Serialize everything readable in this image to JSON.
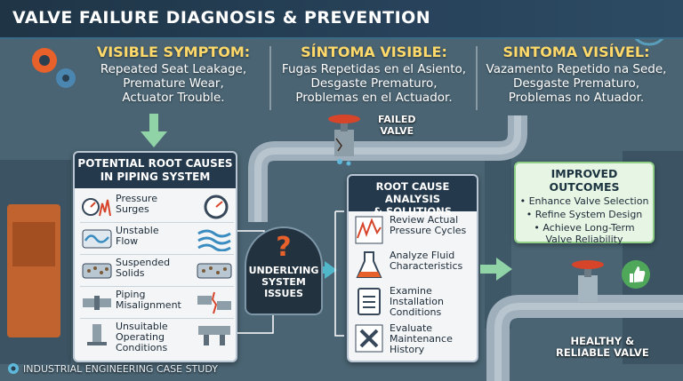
{
  "title": "VALVE FAILURE DIAGNOSIS & PREVENTION",
  "symptoms": [
    {
      "head": "VISIBLE SYMPTOM:",
      "lines": [
        "Repeated Seat Leakage,",
        "Premature Wear,",
        "Actuator Trouble."
      ]
    },
    {
      "head": "SÍNTOMA VISIBLE:",
      "lines": [
        "Fugas Repetidas en el Asiento,",
        "Desgaste Prematuro,",
        "Problemas en el Actuador."
      ]
    },
    {
      "head": "SINTOMA VISÍVEL:",
      "lines": [
        "Vazamento Repetido na Sede,",
        "Desgaste Prematuro,",
        "Problemas no Atuador."
      ]
    }
  ],
  "failed_valve": [
    "FAILED",
    "VALVE"
  ],
  "root_causes": {
    "header": [
      "POTENTIAL ROOT CAUSES",
      "IN PIPING SYSTEM"
    ],
    "items": [
      {
        "label": [
          "Pressure",
          "Surges"
        ],
        "icon": "pressure-gauge-icon"
      },
      {
        "label": [
          "Unstable",
          "Flow"
        ],
        "icon": "turbulent-flow-icon"
      },
      {
        "label": [
          "Suspended",
          "Solids"
        ],
        "icon": "particles-in-pipe-icon"
      },
      {
        "label": [
          "Piping",
          "Misalignment"
        ],
        "icon": "misaligned-pipe-icon"
      },
      {
        "label": [
          "Unsuitable",
          "Operating",
          "Conditions"
        ],
        "icon": "pipe-support-icon"
      }
    ]
  },
  "issues": {
    "symbol": "?",
    "lines": [
      "UNDERLYING",
      "SYSTEM",
      "ISSUES"
    ]
  },
  "rca": {
    "header": [
      "ROOT CAUSE ANALYSIS",
      "& SOLUTIONS"
    ],
    "items": [
      {
        "label": [
          "Review Actual",
          "Pressure Cycles"
        ],
        "icon": "pressure-chart-icon"
      },
      {
        "label": [
          "Analyze Fluid",
          "Characteristics"
        ],
        "icon": "flask-icon"
      },
      {
        "label": [
          "Examine",
          "Installation",
          "Conditions"
        ],
        "icon": "clipboard-checklist-icon"
      },
      {
        "label": [
          "Evaluate",
          "Maintenance",
          "History"
        ],
        "icon": "tools-icon"
      }
    ]
  },
  "improved": {
    "header": "IMPROVED OUTCOMES",
    "items": [
      "• Enhance Valve Selection",
      "• Refine System Design",
      "• Achieve Long-Term",
      "Valve Reliability"
    ]
  },
  "healthy_valve": [
    "HEALTHY &",
    "RELIABLE VALVE"
  ],
  "footer": "INDUSTRIAL ENGINEERING CASE STUDY",
  "colors": {
    "accent_orange": "#e8602a",
    "panel_dark": "#24394c",
    "arrow_teal": "#4fb7c9",
    "outcome_green": "#8fcf86"
  }
}
